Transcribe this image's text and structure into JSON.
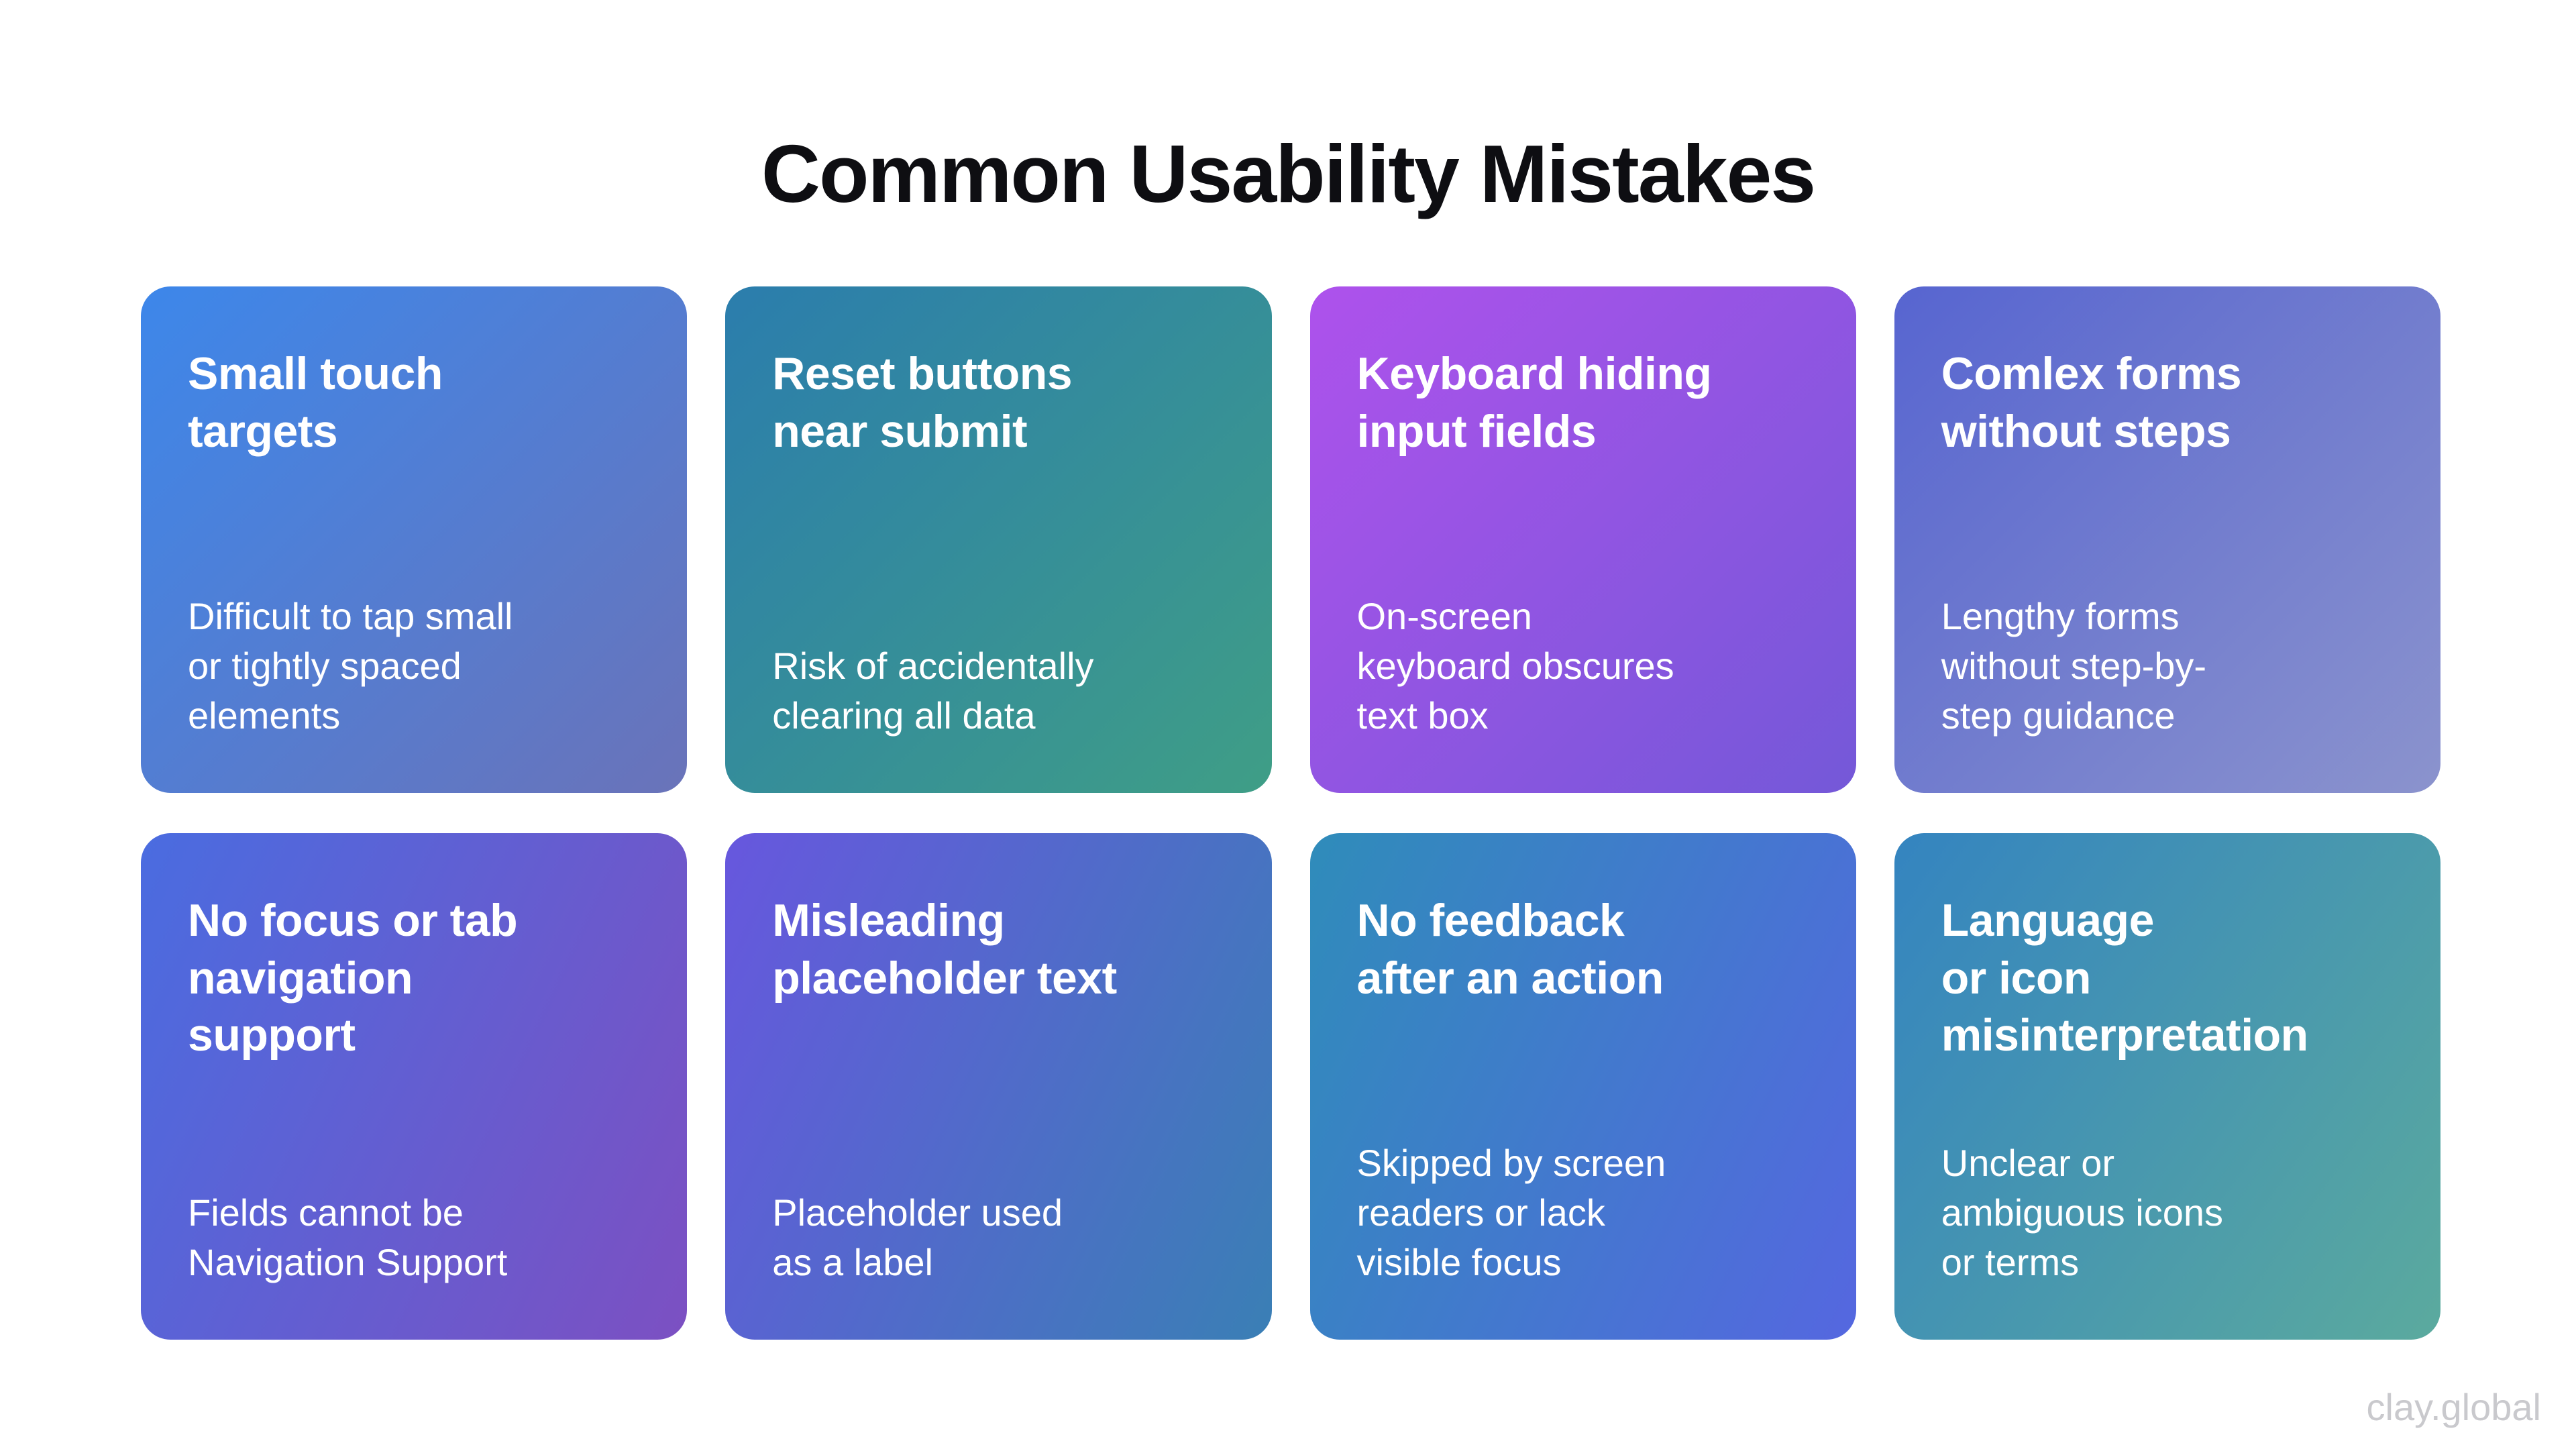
{
  "page": {
    "title": "Common Usability Mistakes",
    "footer": "clay.global",
    "background": "#ffffff",
    "title_color": "#0e0e12",
    "footer_color": "#c9c9cd",
    "card_text_color": "#ffffff"
  },
  "cards": [
    {
      "title": "Small touch\ntargets",
      "description": "Difficult to tap small\nor tightly spaced\nelements",
      "gradient": {
        "angle": 135,
        "from": "#3d87ea",
        "to": "#6a73b9"
      }
    },
    {
      "title": "Reset buttons\nnear submit",
      "description": "Risk of accidentally\nclearing all data",
      "gradient": {
        "angle": 135,
        "from": "#2b7dad",
        "to": "#3f9e86"
      }
    },
    {
      "title": "Keyboard hiding\ninput fields",
      "description": "On-screen\nkeyboard obscures\ntext box",
      "gradient": {
        "angle": 135,
        "from": "#ae52ec",
        "to": "#7458d8"
      }
    },
    {
      "title": "Comlex forms\nwithout steps",
      "description": "Lengthy forms\nwithout step-by-\nstep guidance",
      "gradient": {
        "angle": 135,
        "from": "#5765d0",
        "to": "#8b93cd"
      }
    },
    {
      "title": "No focus or tab\nnavigation\nsupport",
      "description": "Fields cannot be\nNavigation Support",
      "gradient": {
        "angle": 115,
        "from": "#4a6ce0",
        "to": "#7c50c2"
      }
    },
    {
      "title": "Misleading\nplaceholder text",
      "description": "Placeholder used\nas a label",
      "gradient": {
        "angle": 115,
        "from": "#6757de",
        "to": "#3a7fb5"
      }
    },
    {
      "title": "No feedback\nafter an action",
      "description": "Skipped by screen\nreaders or lack\nvisible focus",
      "gradient": {
        "angle": 115,
        "from": "#2f8cba",
        "to": "#5567e0"
      }
    },
    {
      "title": "Language\nor icon\nmisinterpretation",
      "description": "Unclear or\nambiguous icons\nor terms",
      "gradient": {
        "angle": 125,
        "from": "#3484c0",
        "to": "#5baa9e"
      }
    }
  ]
}
